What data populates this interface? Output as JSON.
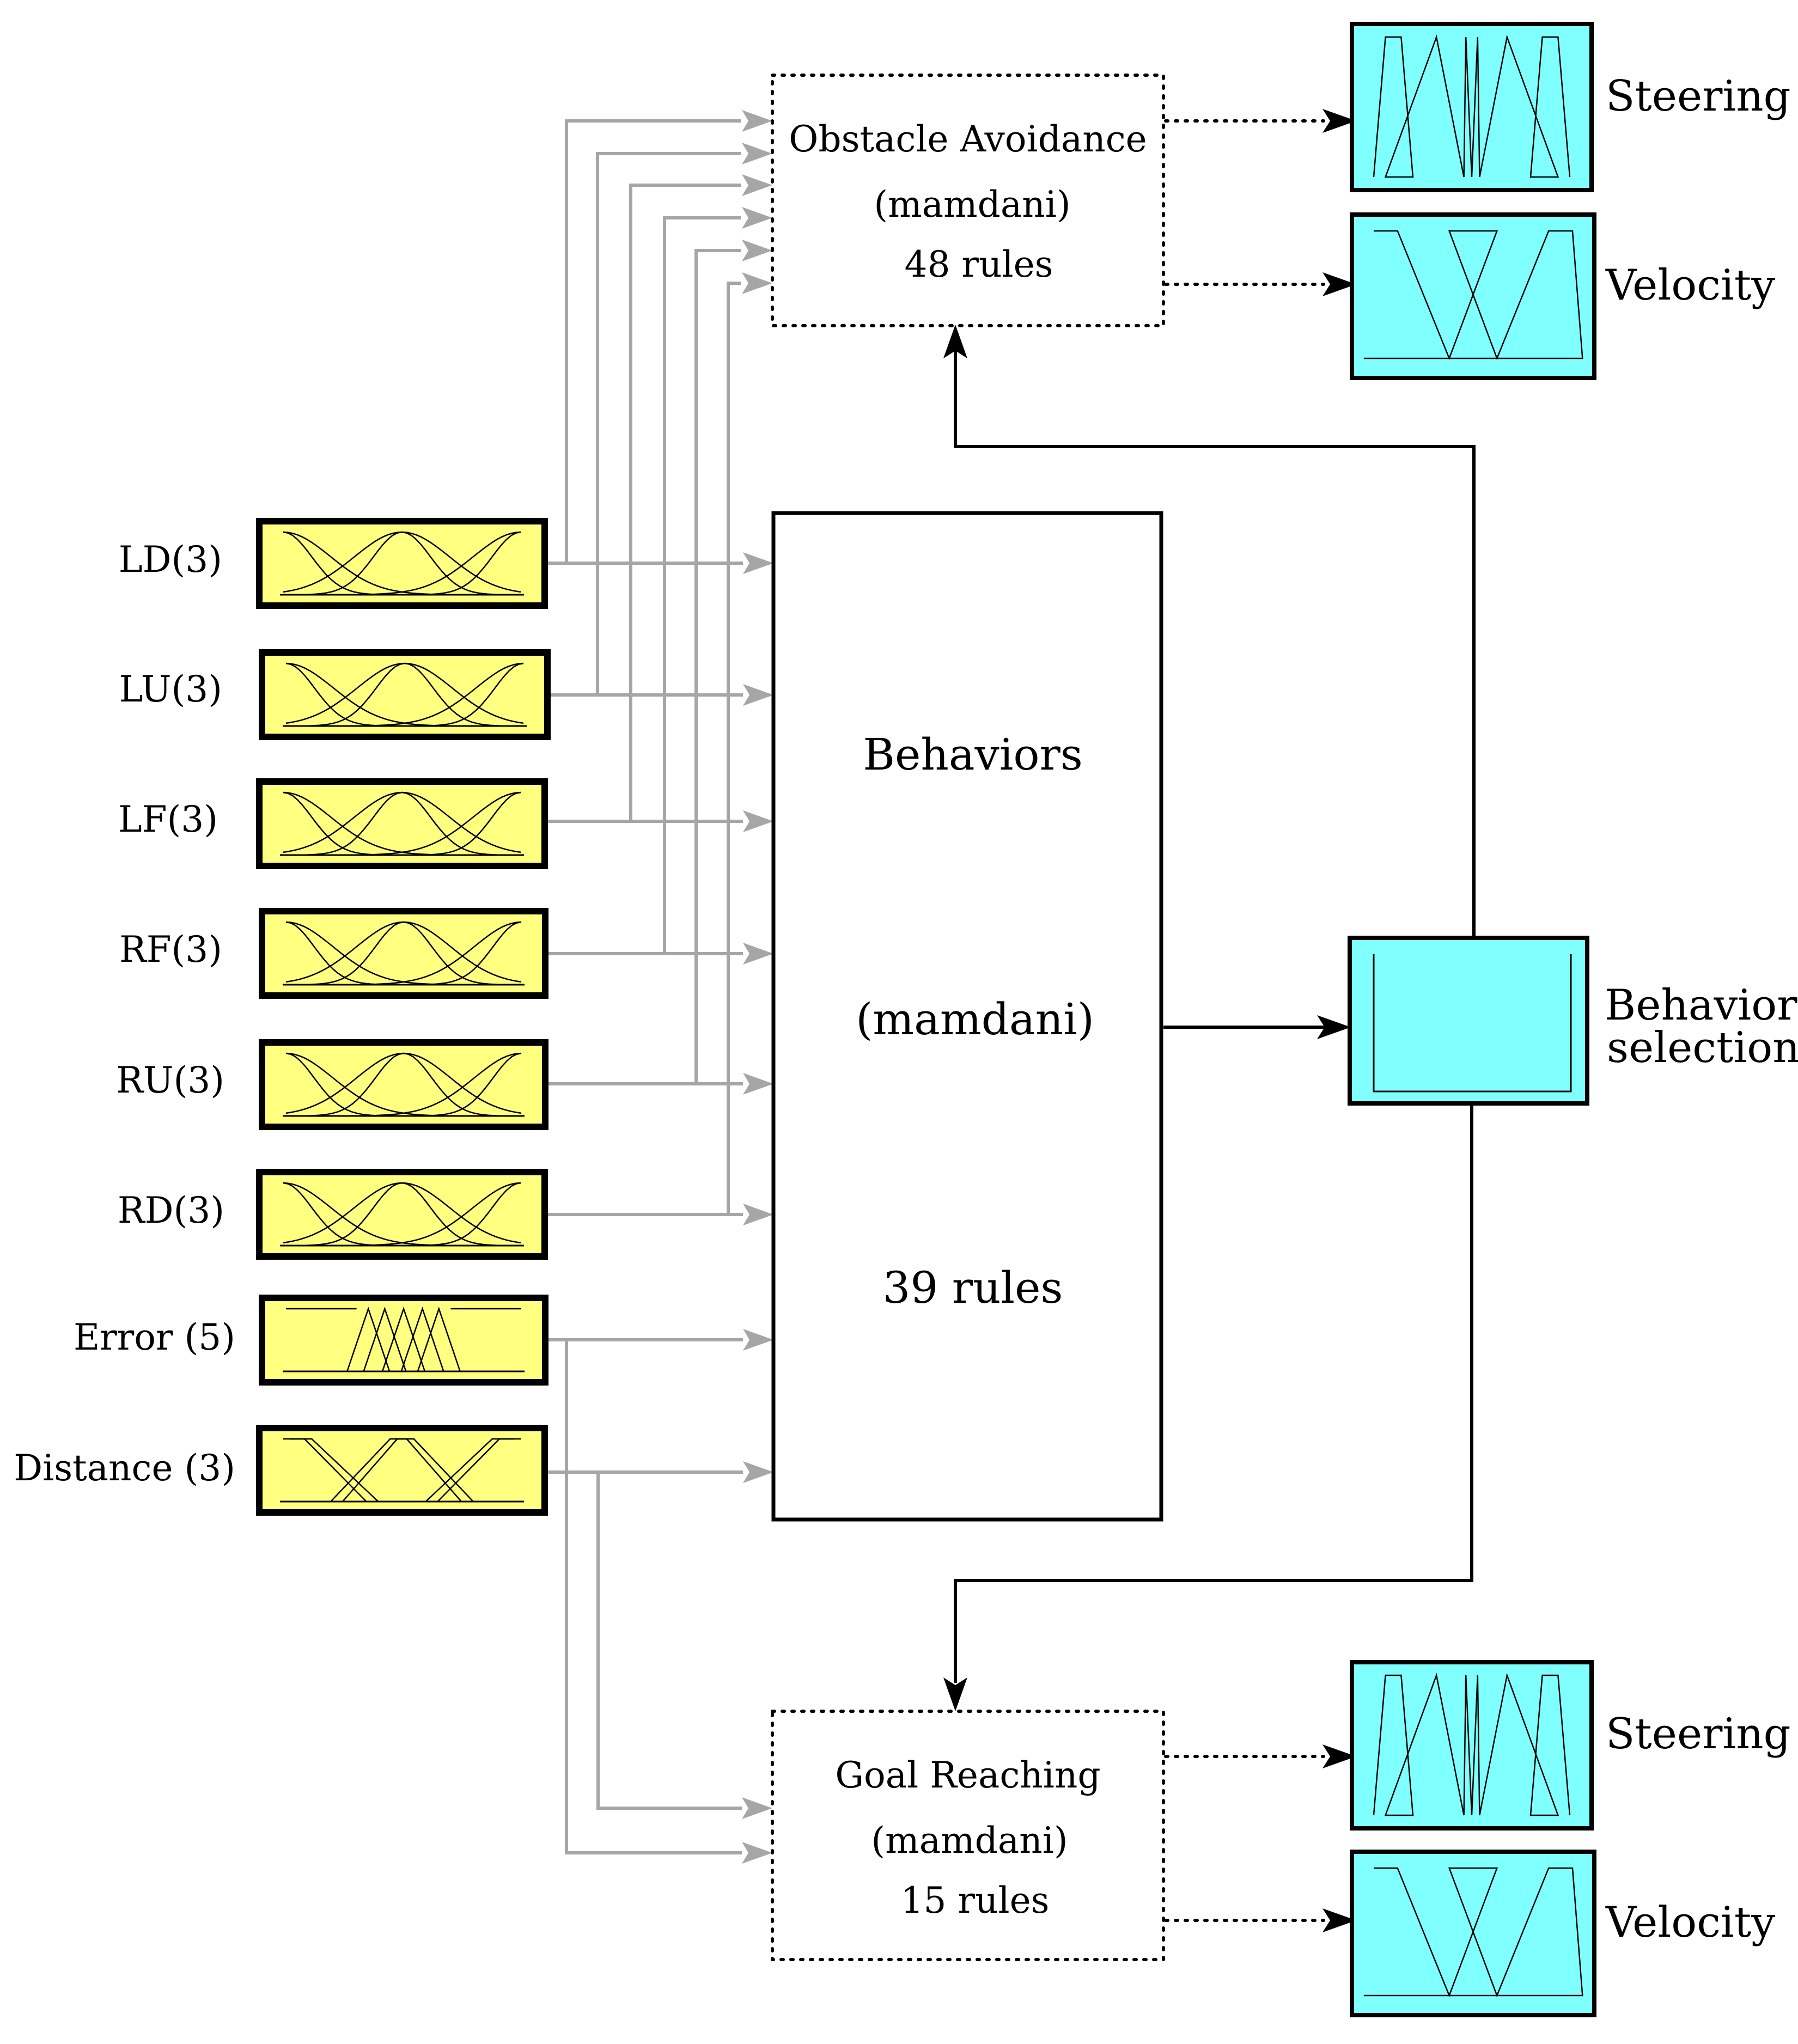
{
  "inputs": [
    {
      "label": "LD(3)",
      "mf": "gauss"
    },
    {
      "label": "LU(3)",
      "mf": "gauss"
    },
    {
      "label": "LF(3)",
      "mf": "gauss"
    },
    {
      "label": "RF(3)",
      "mf": "gauss"
    },
    {
      "label": "RU(3)",
      "mf": "gauss"
    },
    {
      "label": "RD(3)",
      "mf": "gauss"
    },
    {
      "label": "Error (5)",
      "mf": "narrow"
    },
    {
      "label": "Distance (3)",
      "mf": "trap"
    }
  ],
  "obstacle": {
    "title": "Obstacle Avoidance",
    "type": "(mamdani)",
    "rules": "48 rules"
  },
  "behaviors": {
    "title": "Behaviors",
    "type": "(mamdani)",
    "rules": "39 rules"
  },
  "goal": {
    "title": "Goal Reaching",
    "type": "(mamdani)",
    "rules": "15 rules"
  },
  "outputs_top": {
    "steering": "Steering",
    "velocity": "Velocity"
  },
  "outputs_bottom": {
    "steering": "Steering",
    "velocity": "Velocity"
  },
  "selection": {
    "line1": "Behavior",
    "line2": "selection"
  },
  "colors": {
    "input_fill": "#ffff80",
    "output_fill": "#80ffff",
    "arrow_gray": "#a6a6a6",
    "line": "#000000"
  }
}
